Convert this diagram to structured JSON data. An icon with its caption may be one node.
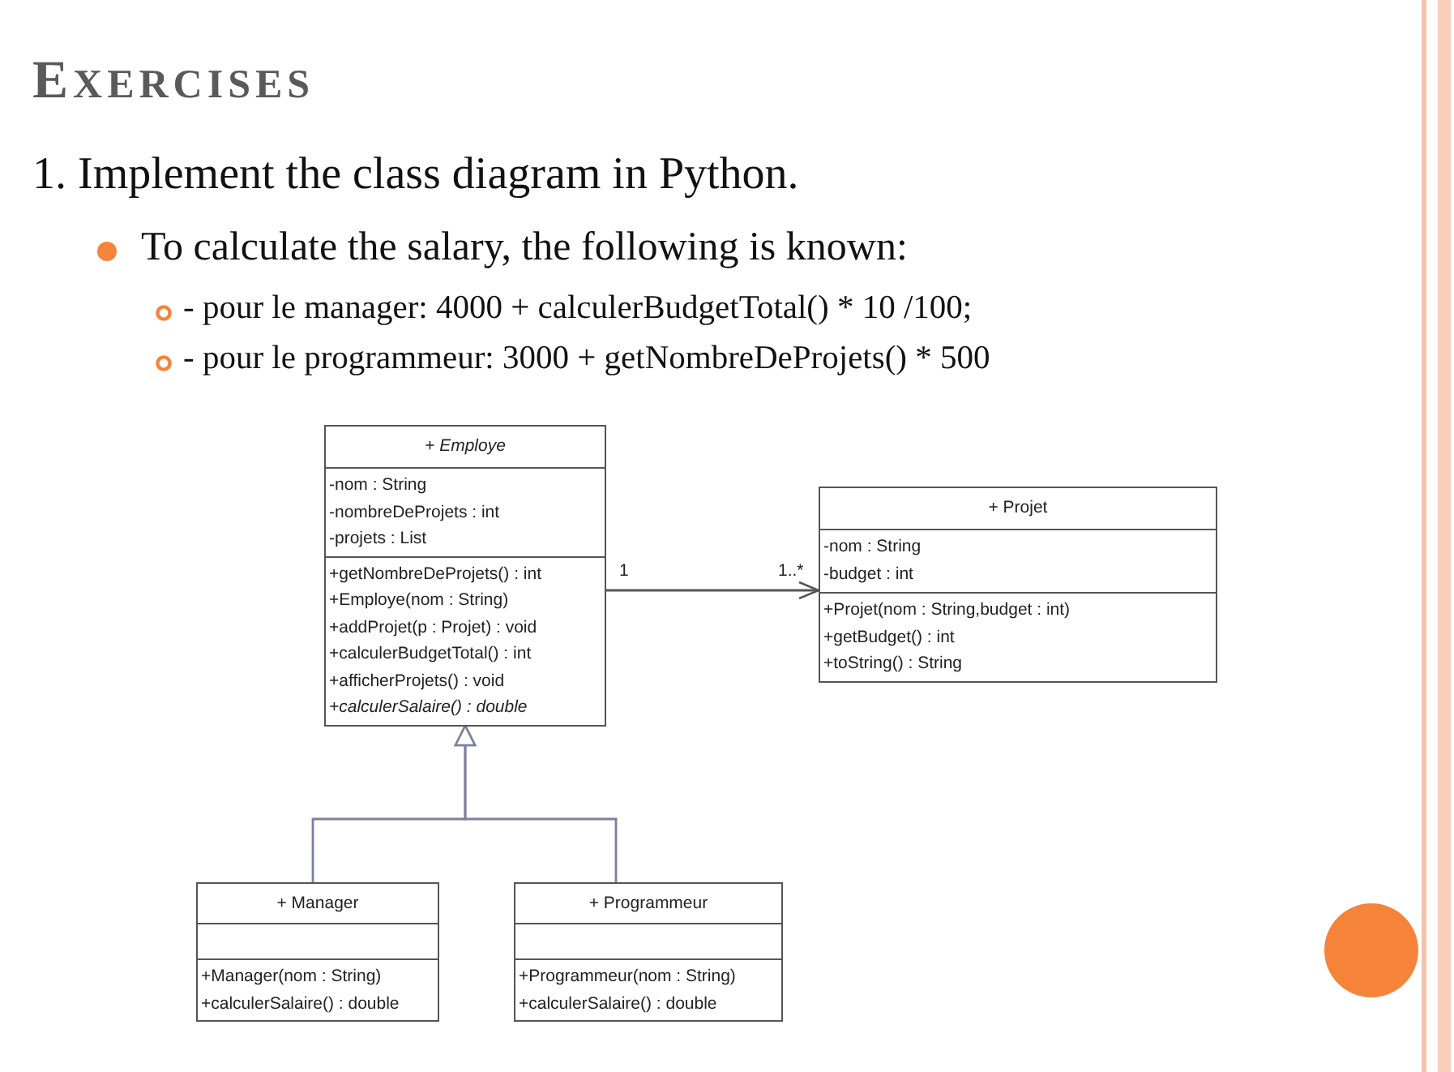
{
  "diagram": {
    "title": "EXERCISES",
    "nodes": [
      {
        "text": [
          "+ Employe",
          "-nom : String",
          "-nombreDeProjets : int",
          "-projets : List",
          "+getNombreDeProjets() : int",
          "+Employe(nom : String)",
          "+addProjet(p : Projet) : void",
          "+calculerBudgetTotal() : int",
          "+afficherProjets() : void",
          "+calculerSalaire() : double"
        ]
      },
      {
        "text": [
          "+ Projet",
          "-nom : String",
          "-budget : int",
          "+Projet(nom : String,budget : int)",
          "+getBudget() : int",
          "+toString() : String"
        ]
      },
      {
        "text": [
          "+ Manager",
          "+Manager(nom : String)",
          "+calculerSalaire() : double"
        ]
      },
      {
        "text": [
          "+ Programmeur",
          "+Programmeur(nom : String)",
          "+calculerSalaire() : double"
        ]
      }
    ],
    "edges": [
      {
        "from": 0,
        "to": 1,
        "arrow": "to",
        "color": "#555555"
      },
      {
        "from": 2,
        "to": 0,
        "arrow": "to"
      },
      {
        "from": 3,
        "to": 0,
        "arrow": "to"
      }
    ],
    "labels": [
      "1. Implement the class diagram in Python.",
      "To calculate the salary, the following is known:",
      "- pour le manager: 4000 + calculerBudgetTotal() * 10 /100;",
      "- pour le programmeur: 3000 + getNombreDeProjets() * 500",
      "1",
      "1..*"
    ]
  }
}
